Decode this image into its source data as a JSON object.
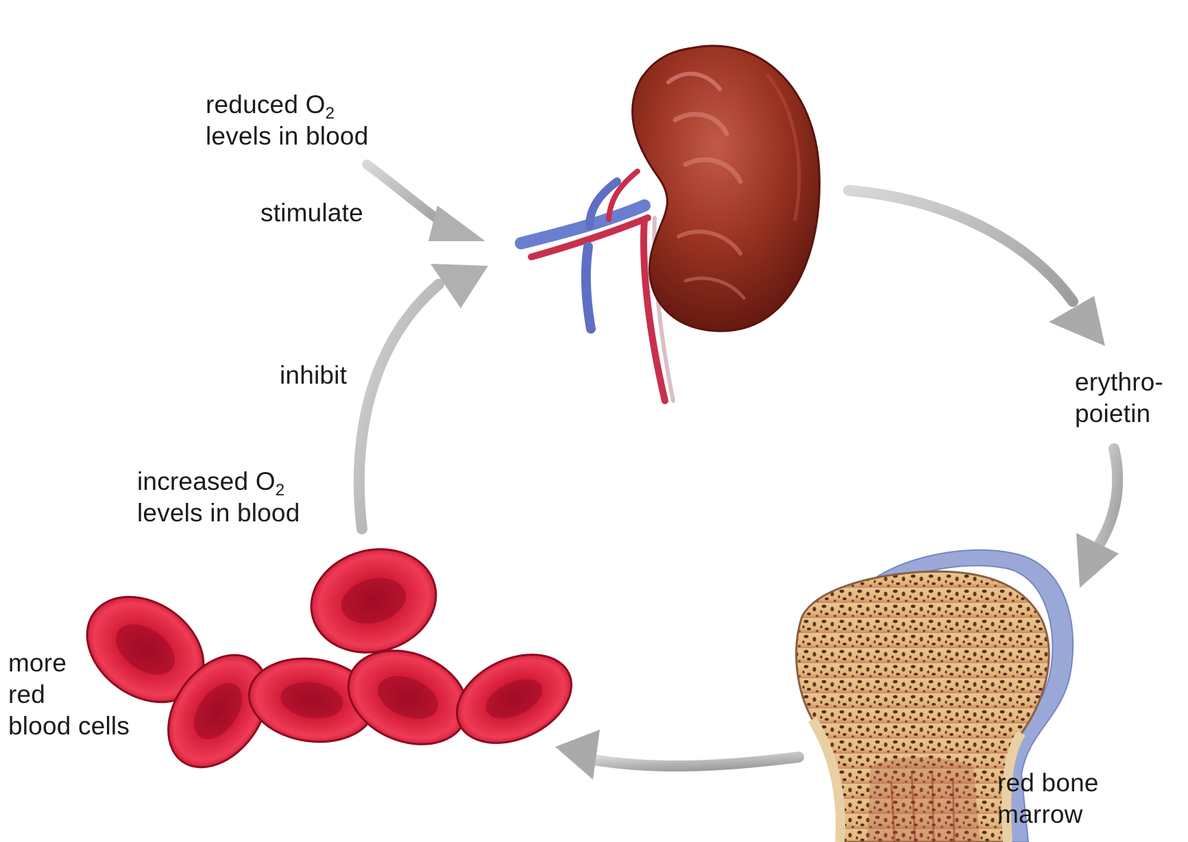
{
  "labels": {
    "reduced_o2": {
      "line1_text": "reduced O",
      "line1_sub": "2",
      "line2": "levels in blood"
    },
    "stimulate": "stimulate",
    "inhibit": "inhibit",
    "increased_o2": {
      "line1_text": "increased O",
      "line1_sub": "2",
      "line2": "levels in blood"
    },
    "erythropoietin": {
      "line1": "erythro-",
      "line2": "poietin"
    },
    "red_bone_marrow": {
      "line1": "red bone",
      "line2": "marrow"
    },
    "more_rbc": {
      "line1": "more",
      "line2": "red",
      "line3": "blood cells"
    }
  },
  "illustrations": {
    "kidney": "kidney-illustration",
    "bone": "bone-marrow-illustration",
    "cells": "red-blood-cells-illustration"
  },
  "colors": {
    "kidney": "#8e2a1e",
    "kidney_highlight": "#c8574a",
    "vein": "#5b6fc8",
    "artery": "#c8284a",
    "bone_fill": "#e8c48e",
    "bone_pore": "#5a2a18",
    "periosteum": "#9aa8d8",
    "rbc": "#d8203a",
    "rbc_dark": "#a00f25",
    "arrow": "#b4b4b4"
  }
}
